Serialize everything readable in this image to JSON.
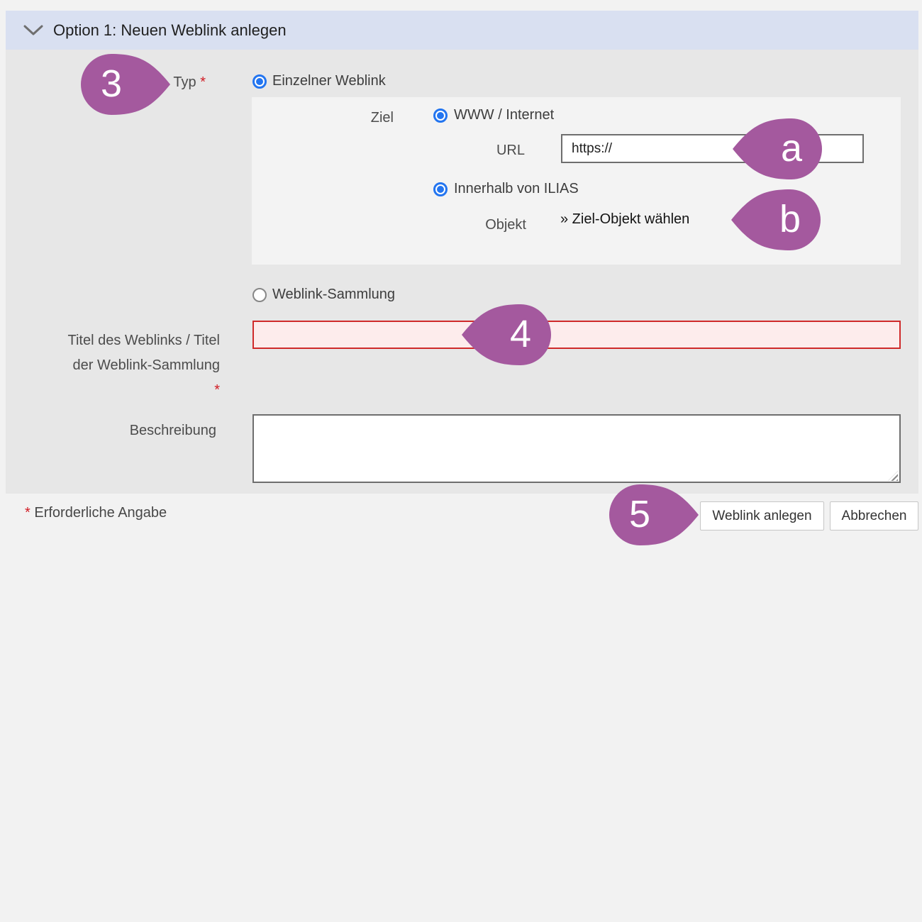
{
  "accordion": {
    "title": "Option 1: Neuen Weblink anlegen",
    "chevron_icon": "chevron-down",
    "header_bg": "#d9e0f1"
  },
  "form": {
    "typ": {
      "label": "Typ",
      "required_mark": "*"
    },
    "type_options": [
      {
        "label": "Einzelner Weblink",
        "selected": true
      },
      {
        "label": "Weblink-Sammlung",
        "selected": false
      }
    ],
    "ziel": {
      "label": "Ziel",
      "options": [
        {
          "label": "WWW / Internet",
          "selected": true
        },
        {
          "label": "Innerhalb von ILIAS",
          "selected": true
        }
      ],
      "url": {
        "label": "URL",
        "value": "https://"
      },
      "objekt": {
        "label": "Objekt",
        "link_label": "» Ziel-Objekt wählen"
      }
    },
    "titel": {
      "label_line1": "Titel des Weblinks / Titel",
      "label_line2": "der Weblink-Sammlung",
      "required_mark": "*",
      "value": "",
      "error_border": "#cf2a2a",
      "error_bg": "#fdecec"
    },
    "beschreibung": {
      "label": "Beschreibung",
      "value": ""
    }
  },
  "footer": {
    "required_note_mark": "*",
    "required_note": "Erforderliche Angabe",
    "submit_label": "Weblink anlegen",
    "cancel_label": "Abbrechen"
  },
  "annotations": {
    "color": "#a4599e",
    "items": [
      {
        "label": "3",
        "direction": "right"
      },
      {
        "label": "a",
        "direction": "left"
      },
      {
        "label": "b",
        "direction": "left"
      },
      {
        "label": "4",
        "direction": "left"
      },
      {
        "label": "5",
        "direction": "right"
      }
    ]
  },
  "colors": {
    "page_bg": "#f2f2f2",
    "panel_bg": "#e7e7e7",
    "subpanel_bg": "#f3f3f3",
    "radio_selected": "#2375f0",
    "required_red": "#d11c24"
  }
}
